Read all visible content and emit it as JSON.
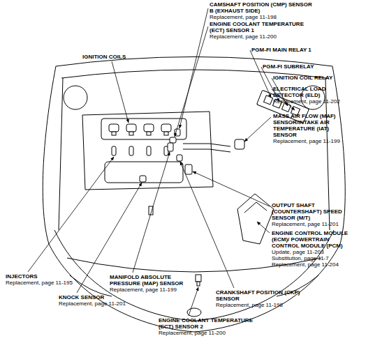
{
  "diagram": {
    "labels": [
      "IGNITION COILS",
      "CAMSHAFT POSITION (CMP) SENSOR B (EXHAUST SIDE)",
      "Replacement, page 11-198",
      "ENGINE COOLANT TEMPERATURE (ECT) SENSOR 1",
      "Replacement, page 11-200",
      "PGM-FI MAIN RELAY 1",
      "PGM-FI SUBRELAY",
      "IGNITION COIL RELAY",
      "ELECTRICAL LOAD DETECTOR (ELD)",
      "Replacement, page 11-202",
      "MASS AIR FLOW (MAF) SENSOR/INTAKE AIR TEMPERATURE (IAT) SENSOR",
      "Replacement, page 11-199",
      "OUTPUT SHAFT (COUNTERSHAFT) SPEED SENSOR (M/T)",
      "Replacement, page 11-201",
      "ENGINE CONTROL MODULE (ECM)/ POWERTRAIN CONTROL MODULE (PCM)",
      "Update, page 11-203",
      "Substitution, page 11-7",
      "Replacement, page 11-204",
      "INJECTORS",
      "Replacement, page 11-195",
      "KNOCK SENSOR",
      "Replacement, page 11-201",
      "MANIFOLD ABSOLUTE PRESSURE (MAP) SENSOR",
      "Replacement, page 11-199",
      "CRANKSHAFT POSITION (CKP) SENSOR",
      "Replacement, page 11-198",
      "ENGINE COOLANT TEMPERATURE (ECT) SENSOR 2",
      "Replacement, page 11-200"
    ]
  }
}
